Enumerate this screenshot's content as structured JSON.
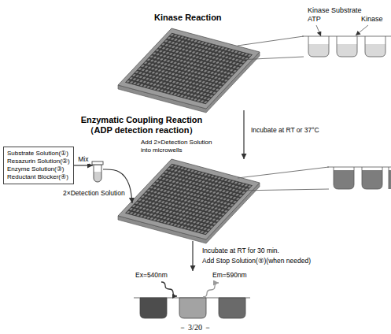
{
  "diagram": {
    "nodes": [
      {
        "text": [
          "Kinase Reaction"
        ]
      },
      {
        "text": [
          "Substrate Solution(①)",
          "Resazurin Solution(②)",
          "Enzyme Solution(③)",
          "Reductant Blocker(④)"
        ]
      },
      {
        "text": [
          "2×Detection Solution"
        ]
      },
      {
        "text": [
          "Enzymatic Coupling Reaction",
          "（ADP detection reaction）"
        ]
      },
      {
        "text": [
          "Ex=540nm",
          "Em=590nm"
        ]
      }
    ],
    "edges": [
      {
        "from": 0,
        "to": 3,
        "arrow": "to",
        "label": "Incubate at RT or 37°C"
      },
      {
        "from": 1,
        "to": 2,
        "arrow": "to",
        "label": "Mix"
      },
      {
        "from": 2,
        "to": 3,
        "arrow": "to",
        "label": "Add 2×Detection Solution into microwells"
      },
      {
        "from": 3,
        "to": 4,
        "arrow": "to",
        "label": "Incubate at RT for 30 min."
      }
    ],
    "labels": [
      "Kinase Substrate ATP",
      "Kinase",
      "Add Stop Solution(⑤)(when needed)",
      "－ 3/20 －"
    ]
  }
}
